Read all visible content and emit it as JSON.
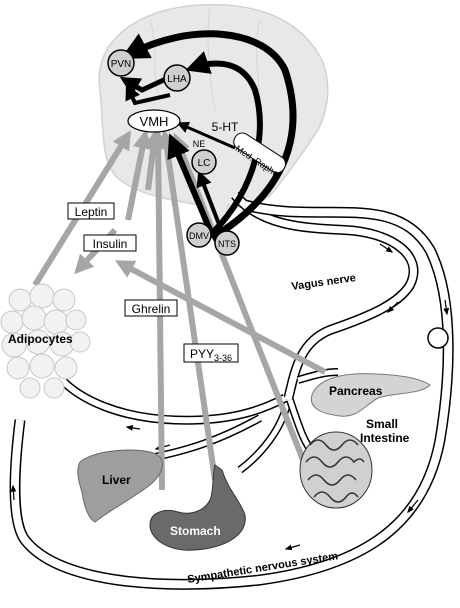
{
  "nodes": {
    "pvn": "PVN",
    "lha": "LHA",
    "vmh": "VMH",
    "ht5": "5-HT",
    "ne": "NE",
    "lc": "LC",
    "med_raphe": "Med. Raphe",
    "dmv": "DMV",
    "nts": "NTS"
  },
  "signals": {
    "leptin": "Leptin",
    "insulin": "Insulin",
    "ghrelin": "Ghrelin",
    "pyy_main": "PYY",
    "pyy_sub": "3-36"
  },
  "organs": {
    "adipocytes": "Adipocytes",
    "pancreas": "Pancreas",
    "small_intestine_1": "Small",
    "small_intestine_2": "Intestine",
    "liver": "Liver",
    "stomach": "Stomach"
  },
  "nerves": {
    "vagus": "Vagus nerve",
    "sympathetic": "Sympathetic nervous system"
  }
}
